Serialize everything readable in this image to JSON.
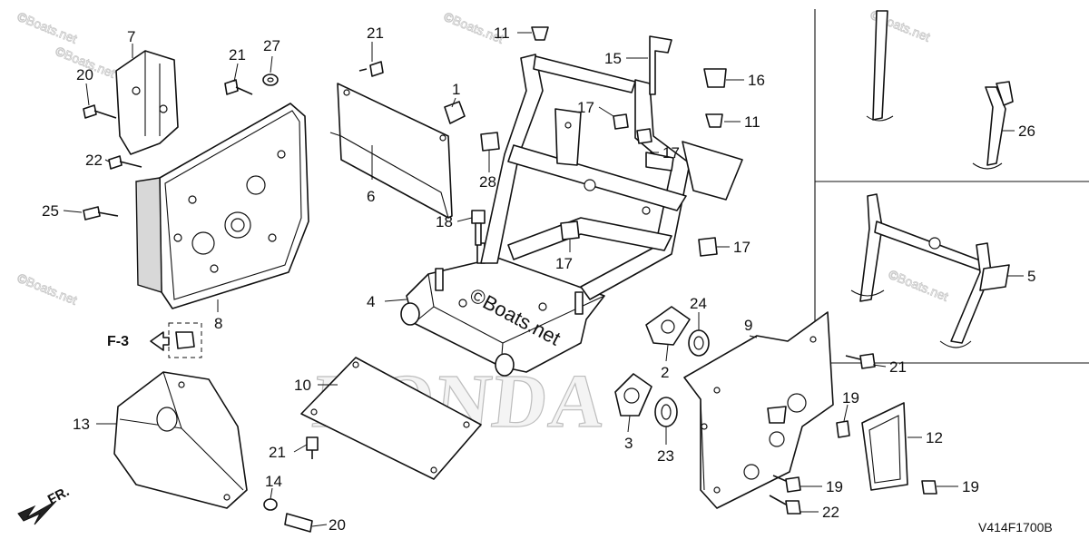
{
  "diagram": {
    "code": "V414F1700B",
    "watermarks": [
      "©Boats.net",
      "©Boats.net",
      "©Boats.net",
      "©Boats.net",
      "©Boats.net",
      "©Boats.net"
    ],
    "center_watermark": "©Boats.net",
    "logo": "HONDA",
    "ref_label": "F-3",
    "front_label": "FR.",
    "callouts": {
      "c1": "1",
      "c2": "2",
      "c3": "3",
      "c4": "4",
      "c5": "5",
      "c6": "6",
      "c7": "7",
      "c8": "8",
      "c9": "9",
      "c10": "10",
      "c11a": "11",
      "c11b": "11",
      "c12": "12",
      "c13": "13",
      "c14": "14",
      "c15": "15",
      "c16": "16",
      "c17a": "17",
      "c17b": "17",
      "c17c": "17",
      "c17d": "17",
      "c18": "18",
      "c19a": "19",
      "c19b": "19",
      "c19c": "19",
      "c20a": "20",
      "c20b": "20",
      "c21a": "21",
      "c21b": "21",
      "c21c": "21",
      "c21d": "21",
      "c22a": "22",
      "c22b": "22",
      "c23": "23",
      "c24": "24",
      "c25": "25",
      "c26": "26",
      "c27": "27",
      "c28": "28"
    }
  }
}
